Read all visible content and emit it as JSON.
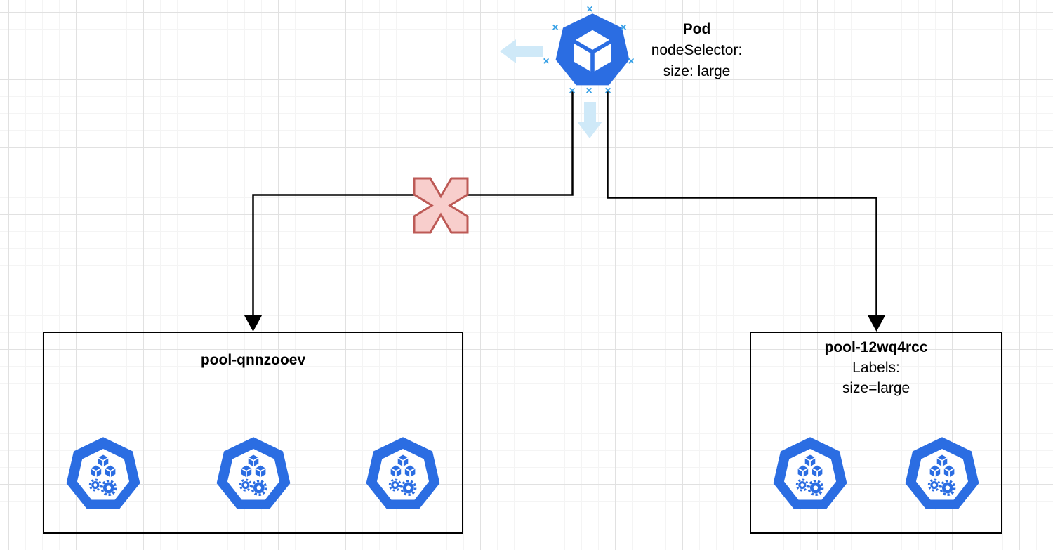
{
  "diagram": {
    "pod": {
      "title": "Pod",
      "selector_label": "nodeSelector:",
      "selector_value": "size: large"
    },
    "pools": [
      {
        "title": "pool-qnnzooev",
        "node_count": 3
      },
      {
        "title": "pool-12wq4rcc",
        "labels_heading": "Labels:",
        "labels_value": "size=large",
        "node_count": 2
      }
    ]
  },
  "icons": {
    "pod_icon": "kubernetes-pod",
    "node_icon": "kubernetes-node",
    "blocked_marker": "red-x-cross",
    "selection_handle_glyph": "×"
  },
  "colors": {
    "kubernetes_blue": "#2b6de2",
    "selection_handle_blue": "#38a1e6",
    "hover_arrow_blue": "#cfe9f8",
    "cross_fill": "#f8cecc",
    "cross_stroke": "#bd5a56",
    "connector_black": "#000000",
    "grid_minor": "#f4f4f4",
    "grid_major": "#e1e1e1"
  }
}
